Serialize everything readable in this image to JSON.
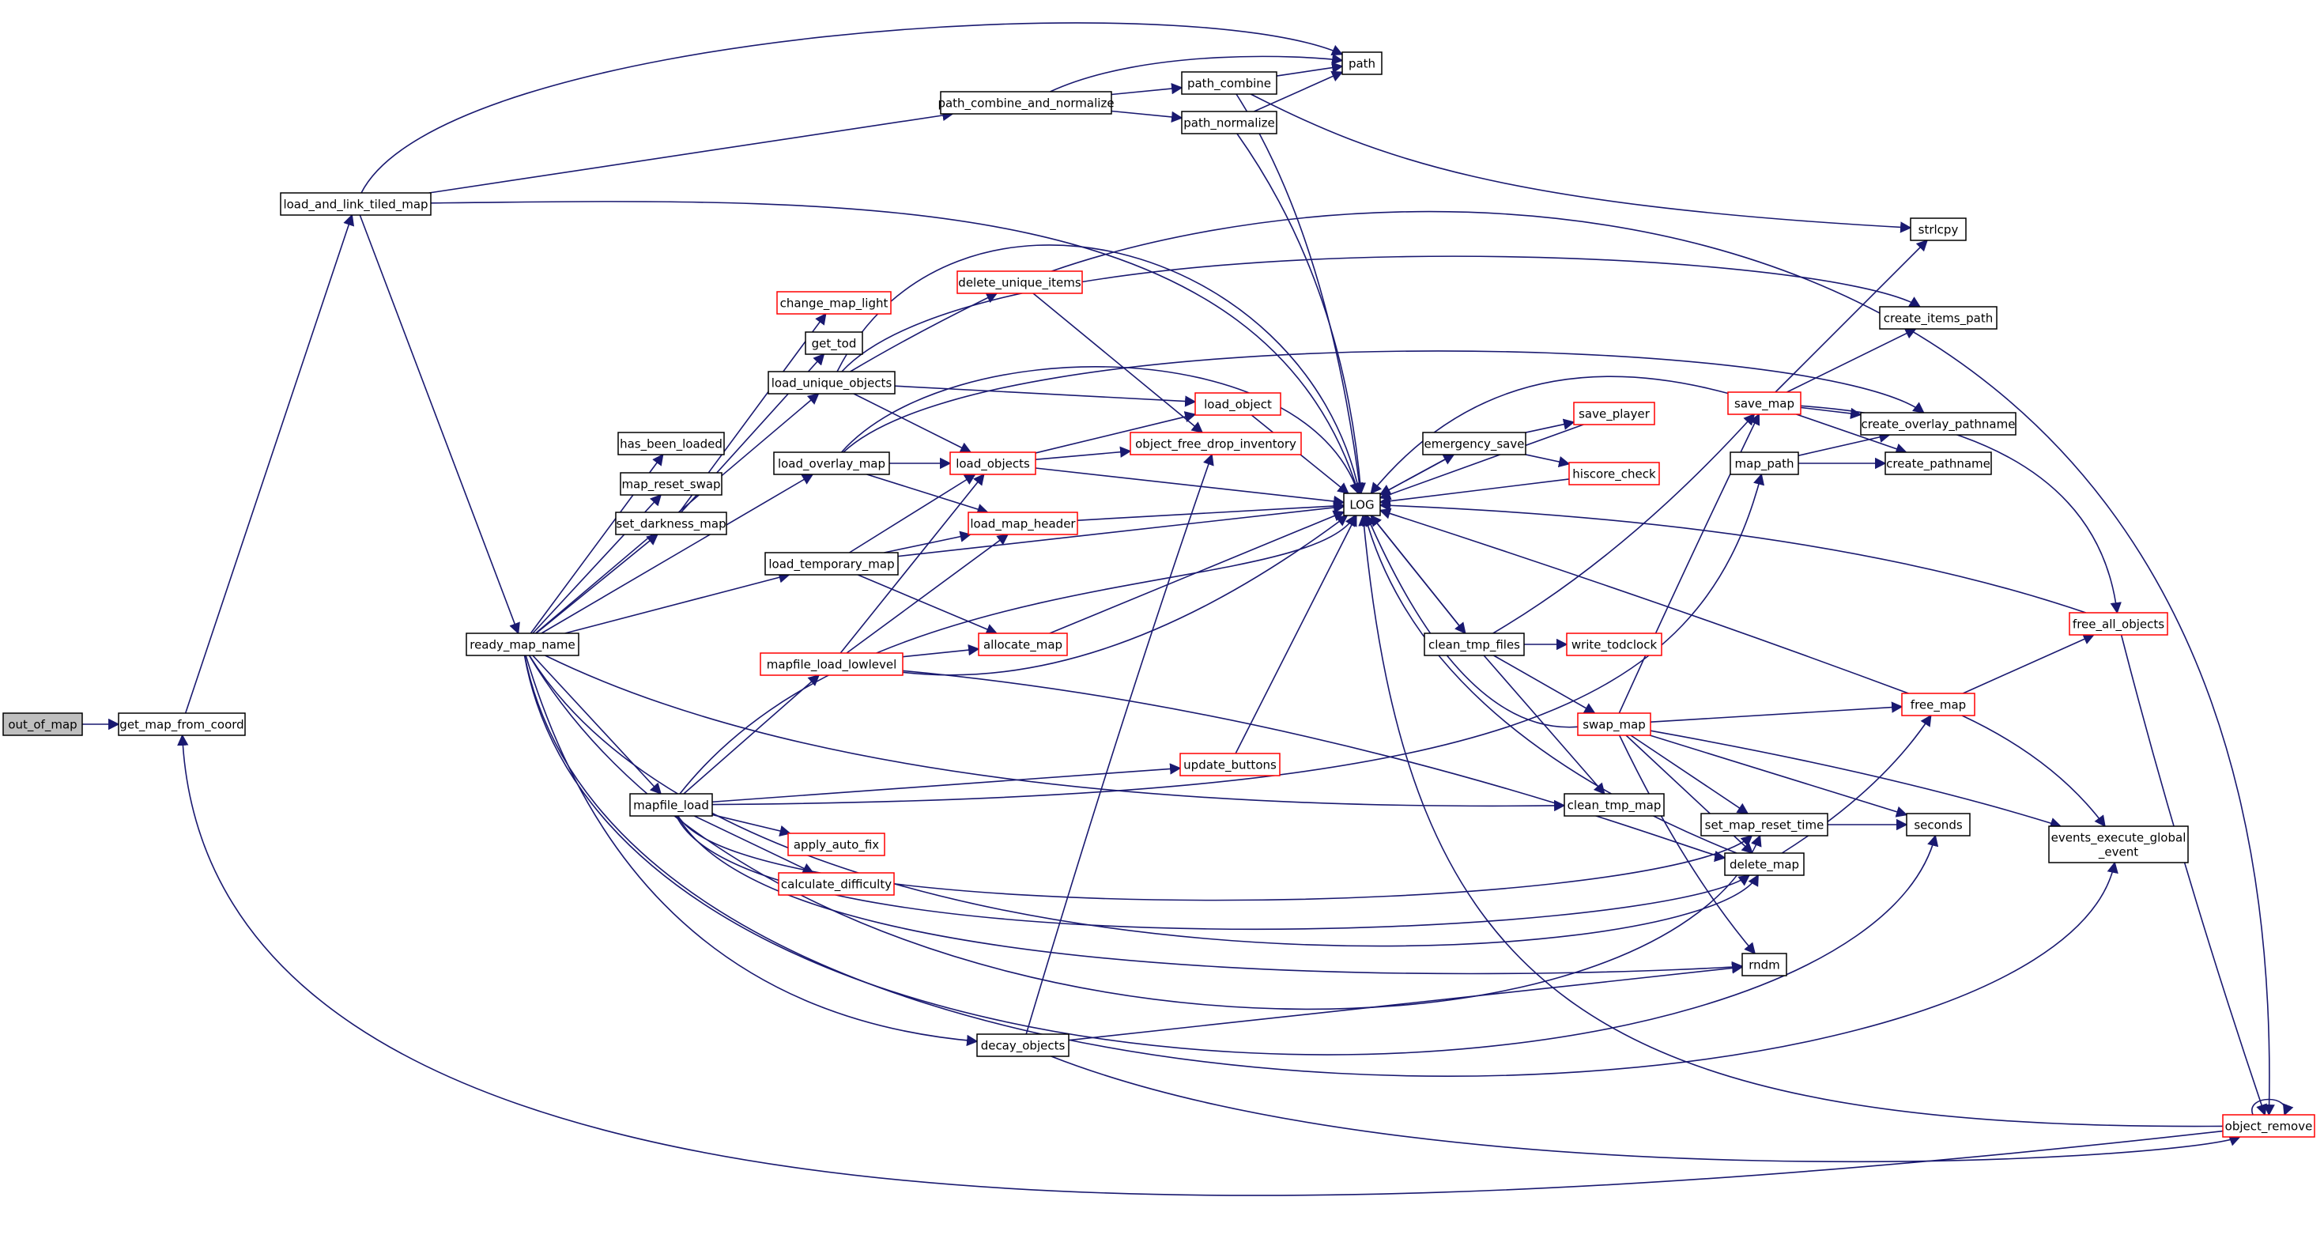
{
  "diagram": {
    "type": "call-graph",
    "colors": {
      "edge": "#191970",
      "default_border": "#000000",
      "linked_border": "#ff0000",
      "root_fill": "#bfbfbf",
      "node_fill": "#ffffff",
      "text": "#000000"
    },
    "nodes": [
      {
        "id": "out_of_map",
        "label": "out_of_map",
        "style": "root"
      },
      {
        "id": "get_map_from_coord",
        "label": "get_map_from_coord",
        "style": "normal"
      },
      {
        "id": "load_and_link_tiled_map",
        "label": "load_and_link_tiled_map",
        "style": "normal"
      },
      {
        "id": "ready_map_name",
        "label": "ready_map_name",
        "style": "normal"
      },
      {
        "id": "path_combine_and_normalize",
        "label": "path_combine_and_normalize",
        "style": "normal"
      },
      {
        "id": "path_combine",
        "label": "path_combine",
        "style": "normal"
      },
      {
        "id": "path_normalize",
        "label": "path_normalize",
        "style": "normal"
      },
      {
        "id": "path",
        "label": "path",
        "style": "normal"
      },
      {
        "id": "strlcpy",
        "label": "strlcpy",
        "style": "normal"
      },
      {
        "id": "create_items_path",
        "label": "create_items_path",
        "style": "normal"
      },
      {
        "id": "change_map_light",
        "label": "change_map_light",
        "style": "red"
      },
      {
        "id": "get_tod",
        "label": "get_tod",
        "style": "normal"
      },
      {
        "id": "delete_unique_items",
        "label": "delete_unique_items",
        "style": "red"
      },
      {
        "id": "load_unique_objects",
        "label": "load_unique_objects",
        "style": "normal"
      },
      {
        "id": "has_been_loaded",
        "label": "has_been_loaded",
        "style": "normal"
      },
      {
        "id": "map_reset_swap",
        "label": "map_reset_swap",
        "style": "normal"
      },
      {
        "id": "set_darkness_map",
        "label": "set_darkness_map",
        "style": "normal"
      },
      {
        "id": "load_overlay_map",
        "label": "load_overlay_map",
        "style": "normal"
      },
      {
        "id": "load_temporary_map",
        "label": "load_temporary_map",
        "style": "normal"
      },
      {
        "id": "load_object",
        "label": "load_object",
        "style": "red"
      },
      {
        "id": "load_objects",
        "label": "load_objects",
        "style": "red"
      },
      {
        "id": "object_free_drop_inventory",
        "label": "object_free_drop_inventory",
        "style": "red"
      },
      {
        "id": "load_map_header",
        "label": "load_map_header",
        "style": "red"
      },
      {
        "id": "allocate_map",
        "label": "allocate_map",
        "style": "red"
      },
      {
        "id": "mapfile_load_lowlevel",
        "label": "mapfile_load_lowlevel",
        "style": "red"
      },
      {
        "id": "update_buttons",
        "label": "update_buttons",
        "style": "red"
      },
      {
        "id": "mapfile_load",
        "label": "mapfile_load",
        "style": "normal"
      },
      {
        "id": "apply_auto_fix",
        "label": "apply_auto_fix",
        "style": "red"
      },
      {
        "id": "calculate_difficulty",
        "label": "calculate_difficulty",
        "style": "red"
      },
      {
        "id": "decay_objects",
        "label": "decay_objects",
        "style": "normal"
      },
      {
        "id": "LOG",
        "label": "LOG",
        "style": "normal"
      },
      {
        "id": "emergency_save",
        "label": "emergency_save",
        "style": "normal"
      },
      {
        "id": "save_player",
        "label": "save_player",
        "style": "red"
      },
      {
        "id": "hiscore_check",
        "label": "hiscore_check",
        "style": "red"
      },
      {
        "id": "clean_tmp_files",
        "label": "clean_tmp_files",
        "style": "normal"
      },
      {
        "id": "write_todclock",
        "label": "write_todclock",
        "style": "red"
      },
      {
        "id": "swap_map",
        "label": "swap_map",
        "style": "red"
      },
      {
        "id": "clean_tmp_map",
        "label": "clean_tmp_map",
        "style": "normal"
      },
      {
        "id": "set_map_reset_time",
        "label": "set_map_reset_time",
        "style": "normal"
      },
      {
        "id": "delete_map",
        "label": "delete_map",
        "style": "normal"
      },
      {
        "id": "rndm",
        "label": "rndm",
        "style": "normal"
      },
      {
        "id": "save_map",
        "label": "save_map",
        "style": "red"
      },
      {
        "id": "map_path",
        "label": "map_path",
        "style": "normal"
      },
      {
        "id": "create_overlay_pathname",
        "label": "create_overlay_pathname",
        "style": "normal"
      },
      {
        "id": "create_pathname",
        "label": "create_pathname",
        "style": "normal"
      },
      {
        "id": "free_all_objects",
        "label": "free_all_objects",
        "style": "red"
      },
      {
        "id": "free_map",
        "label": "free_map",
        "style": "red"
      },
      {
        "id": "seconds",
        "label": "seconds",
        "style": "normal"
      },
      {
        "id": "events_execute_global_event",
        "label": "events_execute_global\n_event",
        "style": "normal"
      },
      {
        "id": "object_remove",
        "label": "object_remove",
        "style": "red"
      }
    ],
    "edges": [
      [
        "out_of_map",
        "get_map_from_coord"
      ],
      [
        "get_map_from_coord",
        "load_and_link_tiled_map"
      ],
      [
        "load_and_link_tiled_map",
        "path"
      ],
      [
        "load_and_link_tiled_map",
        "path_combine_and_normalize"
      ],
      [
        "load_and_link_tiled_map",
        "LOG"
      ],
      [
        "load_and_link_tiled_map",
        "ready_map_name"
      ],
      [
        "path_combine_and_normalize",
        "path"
      ],
      [
        "path_combine_and_normalize",
        "path_combine"
      ],
      [
        "path_combine_and_normalize",
        "path_normalize"
      ],
      [
        "path_combine",
        "path"
      ],
      [
        "path_combine",
        "LOG"
      ],
      [
        "path_combine",
        "strlcpy"
      ],
      [
        "path_normalize",
        "path"
      ],
      [
        "path_normalize",
        "LOG"
      ],
      [
        "ready_map_name",
        "has_been_loaded"
      ],
      [
        "ready_map_name",
        "map_reset_swap"
      ],
      [
        "ready_map_name",
        "set_darkness_map"
      ],
      [
        "ready_map_name",
        "load_unique_objects"
      ],
      [
        "ready_map_name",
        "load_overlay_map"
      ],
      [
        "ready_map_name",
        "load_temporary_map"
      ],
      [
        "ready_map_name",
        "clean_tmp_map"
      ],
      [
        "ready_map_name",
        "mapfile_load"
      ],
      [
        "ready_map_name",
        "set_map_reset_time"
      ],
      [
        "ready_map_name",
        "decay_objects"
      ],
      [
        "ready_map_name",
        "delete_map"
      ],
      [
        "ready_map_name",
        "seconds"
      ],
      [
        "ready_map_name",
        "events_execute_global_event"
      ],
      [
        "set_darkness_map",
        "change_map_light"
      ],
      [
        "set_darkness_map",
        "get_tod"
      ],
      [
        "load_unique_objects",
        "delete_unique_items"
      ],
      [
        "load_unique_objects",
        "create_items_path"
      ],
      [
        "load_unique_objects",
        "load_object"
      ],
      [
        "load_unique_objects",
        "load_objects"
      ],
      [
        "load_unique_objects",
        "LOG"
      ],
      [
        "delete_unique_items",
        "object_free_drop_inventory"
      ],
      [
        "delete_unique_items",
        "object_remove"
      ],
      [
        "load_overlay_map",
        "create_overlay_pathname"
      ],
      [
        "load_overlay_map",
        "load_objects"
      ],
      [
        "load_overlay_map",
        "load_map_header"
      ],
      [
        "load_overlay_map",
        "LOG"
      ],
      [
        "load_temporary_map",
        "load_objects"
      ],
      [
        "load_temporary_map",
        "load_map_header"
      ],
      [
        "load_temporary_map",
        "allocate_map"
      ],
      [
        "load_temporary_map",
        "LOG"
      ],
      [
        "load_objects",
        "load_object"
      ],
      [
        "load_objects",
        "object_free_drop_inventory"
      ],
      [
        "load_objects",
        "LOG"
      ],
      [
        "load_object",
        "LOG"
      ],
      [
        "load_map_header",
        "LOG"
      ],
      [
        "allocate_map",
        "LOG"
      ],
      [
        "mapfile_load_lowlevel",
        "load_objects"
      ],
      [
        "mapfile_load_lowlevel",
        "load_map_header"
      ],
      [
        "mapfile_load_lowlevel",
        "allocate_map"
      ],
      [
        "mapfile_load_lowlevel",
        "LOG"
      ],
      [
        "mapfile_load_lowlevel",
        "delete_map"
      ],
      [
        "mapfile_load",
        "mapfile_load_lowlevel"
      ],
      [
        "mapfile_load",
        "update_buttons"
      ],
      [
        "mapfile_load",
        "apply_auto_fix"
      ],
      [
        "mapfile_load",
        "calculate_difficulty"
      ],
      [
        "mapfile_load",
        "LOG"
      ],
      [
        "mapfile_load",
        "map_path"
      ],
      [
        "mapfile_load",
        "set_map_reset_time"
      ],
      [
        "mapfile_load",
        "delete_map"
      ],
      [
        "mapfile_load",
        "rndm"
      ],
      [
        "update_buttons",
        "LOG"
      ],
      [
        "decay_objects",
        "object_free_drop_inventory"
      ],
      [
        "decay_objects",
        "rndm"
      ],
      [
        "decay_objects",
        "object_remove"
      ],
      [
        "LOG",
        "emergency_save"
      ],
      [
        "LOG",
        "clean_tmp_files"
      ],
      [
        "emergency_save",
        "LOG"
      ],
      [
        "emergency_save",
        "save_player"
      ],
      [
        "emergency_save",
        "hiscore_check"
      ],
      [
        "save_player",
        "LOG"
      ],
      [
        "hiscore_check",
        "LOG"
      ],
      [
        "clean_tmp_files",
        "LOG"
      ],
      [
        "clean_tmp_files",
        "save_map"
      ],
      [
        "clean_tmp_files",
        "write_todclock"
      ],
      [
        "clean_tmp_files",
        "swap_map"
      ],
      [
        "clean_tmp_files",
        "clean_tmp_map"
      ],
      [
        "swap_map",
        "LOG"
      ],
      [
        "swap_map",
        "save_map"
      ],
      [
        "swap_map",
        "free_map"
      ],
      [
        "swap_map",
        "set_map_reset_time"
      ],
      [
        "swap_map",
        "delete_map"
      ],
      [
        "swap_map",
        "rndm"
      ],
      [
        "swap_map",
        "seconds"
      ],
      [
        "swap_map",
        "events_execute_global_event"
      ],
      [
        "save_map",
        "LOG"
      ],
      [
        "save_map",
        "strlcpy"
      ],
      [
        "save_map",
        "create_items_path"
      ],
      [
        "save_map",
        "create_overlay_pathname"
      ],
      [
        "save_map",
        "create_pathname"
      ],
      [
        "save_map",
        "free_all_objects"
      ],
      [
        "map_path",
        "create_overlay_pathname"
      ],
      [
        "map_path",
        "create_pathname"
      ],
      [
        "set_map_reset_time",
        "seconds"
      ],
      [
        "delete_map",
        "LOG"
      ],
      [
        "delete_map",
        "free_map"
      ],
      [
        "free_map",
        "LOG"
      ],
      [
        "free_map",
        "free_all_objects"
      ],
      [
        "free_map",
        "events_execute_global_event"
      ],
      [
        "free_all_objects",
        "LOG"
      ],
      [
        "free_all_objects",
        "object_remove"
      ],
      [
        "object_remove",
        "LOG"
      ],
      [
        "object_remove",
        "object_remove"
      ],
      [
        "object_remove",
        "get_map_from_coord"
      ]
    ]
  }
}
